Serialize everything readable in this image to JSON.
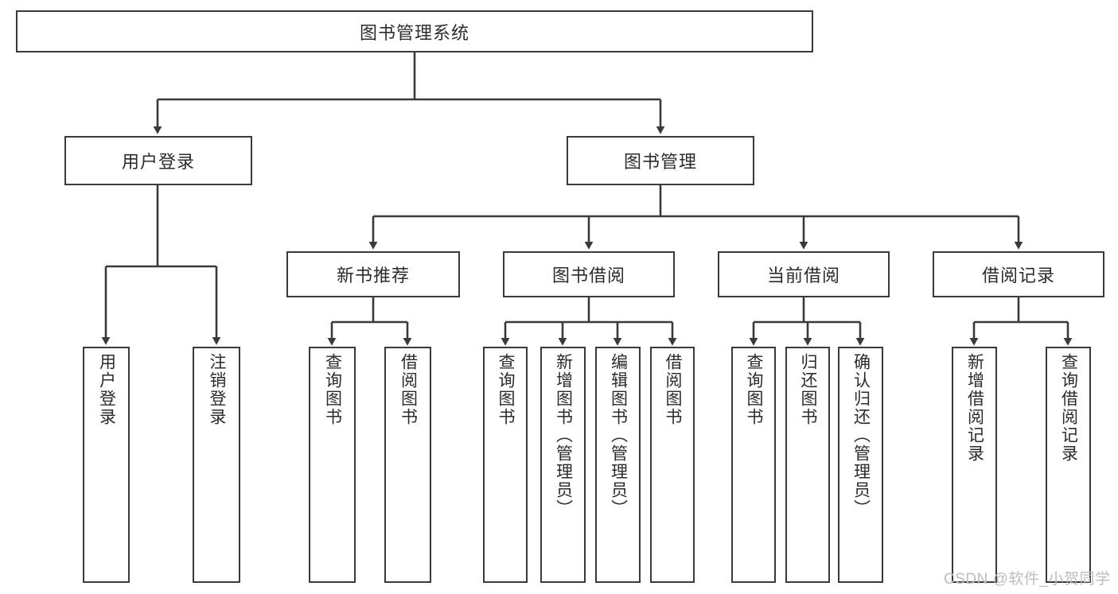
{
  "diagram": {
    "title": "图书管理系统",
    "type": "tree-hierarchy-diagram",
    "colors": {
      "box_border": "#3a3a3a",
      "box_fill": "#ffffff",
      "edge": "#3a3a3a",
      "text": "#2b2b2b",
      "watermark": "#bcbcbc",
      "background": "#ffffff"
    },
    "root": {
      "label": "图书管理系统"
    },
    "level1": [
      {
        "id": "user-login",
        "label": "用户登录"
      },
      {
        "id": "book-management",
        "label": "图书管理"
      }
    ],
    "level2": [
      {
        "id": "new-book-recommend",
        "label": "新书推荐"
      },
      {
        "id": "book-borrow",
        "label": "图书借阅"
      },
      {
        "id": "current-borrow",
        "label": "当前借阅"
      },
      {
        "id": "borrow-record",
        "label": "借阅记录"
      }
    ],
    "leaves": {
      "user_login": [
        {
          "id": "leaf-user-login",
          "label": "用户登录"
        },
        {
          "id": "leaf-logout-login",
          "label": "注销登录"
        }
      ],
      "new_book_recommend": [
        {
          "id": "leaf-query-book-1",
          "label": "查询图书"
        },
        {
          "id": "leaf-borrow-book-1",
          "label": "借阅图书"
        }
      ],
      "book_borrow": [
        {
          "id": "leaf-query-book-2",
          "label": "查询图书"
        },
        {
          "id": "leaf-add-book",
          "label": "新增图书（管理员）"
        },
        {
          "id": "leaf-edit-book",
          "label": "编辑图书（管理员）"
        },
        {
          "id": "leaf-borrow-book-2",
          "label": "借阅图书"
        }
      ],
      "current_borrow": [
        {
          "id": "leaf-query-book-3",
          "label": "查询图书"
        },
        {
          "id": "leaf-return-book",
          "label": "归还图书"
        },
        {
          "id": "leaf-confirm-return",
          "label": "确认归还（管理员）"
        }
      ],
      "borrow_record": [
        {
          "id": "leaf-add-record",
          "label": "新增借阅记录"
        },
        {
          "id": "leaf-query-record",
          "label": "查询借阅记录"
        }
      ]
    },
    "watermark": "CSDN @软件_小贺同学"
  }
}
